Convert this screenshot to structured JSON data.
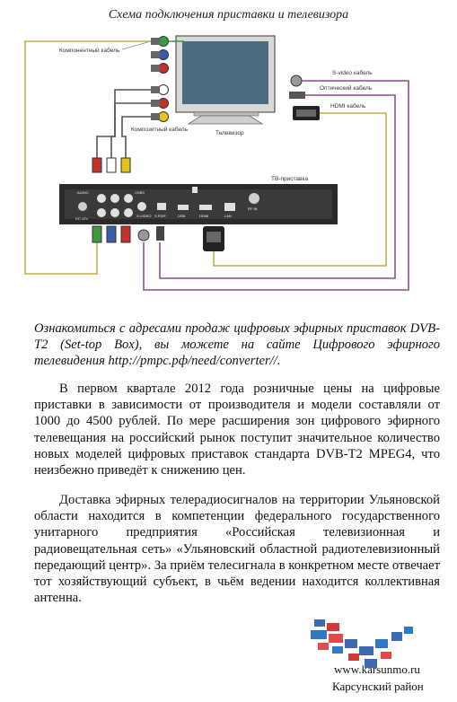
{
  "title": "Схема подключения приставки и телевизора",
  "diagram": {
    "component_cable": "Компонентный кабель",
    "composite_cable": "Композитный кабель",
    "tv": "Телевизор",
    "svideo_cable": "S-video кабель",
    "optical_cable": "Оптический кабель",
    "hdmi_cable": "HDMI кабель",
    "settop": "ТВ-приставка",
    "port_svideo": "S-VIDEO",
    "port_spdif": "S.PDIF",
    "port_usb": "USB",
    "port_hdmi": "HDMI",
    "port_lan": "LAN",
    "port_dc": "DC 12V",
    "port_rfin": "RF IN",
    "port_audio": "AUDIO",
    "port_cvbs": "CVBS"
  },
  "paragraphs": {
    "intro": "Ознакомиться с адресами продаж цифровых эфирных приставок DVB-T2 (Set-top Box), вы можете на сайте Цифрового эфирного телевидения http://рmрс.рф/need/converter//.",
    "p1": "В первом квартале 2012 года розничные цены на цифровые приставки в зависимости от производителя и модели составляли от 1000 до 4500 рублей. По мере расширения зон цифрового эфирного телевещания на российский рынок поступит значительное количество новых моделей цифровых приставок стандарта DVB-T2 MPEG4, что неизбежно приведёт к снижению цен.",
    "p2": "Доставка эфирных телерадиосигналов на территории Ульяновской области находится в компетенции федерального государственного унитарного предприятия «Российская телевизионная и радиовещательная сеть» «Ульяновский областной радиотелевизионный передающий центр». За приём телесигнала в конкретном месте отвечает тот хозяйствующий субъект, в чьём ведении находится коллективная антенна."
  },
  "footer": {
    "site": "www.karsunmo.ru",
    "district": "Карсунский район"
  },
  "colors": {
    "green": "#3f9a3f",
    "red": "#c4302b",
    "yellow": "#e3c31d",
    "blue": "#3b5ca8",
    "olive_wire": "#b8b24a",
    "purple_wire": "#8c4f8c"
  }
}
